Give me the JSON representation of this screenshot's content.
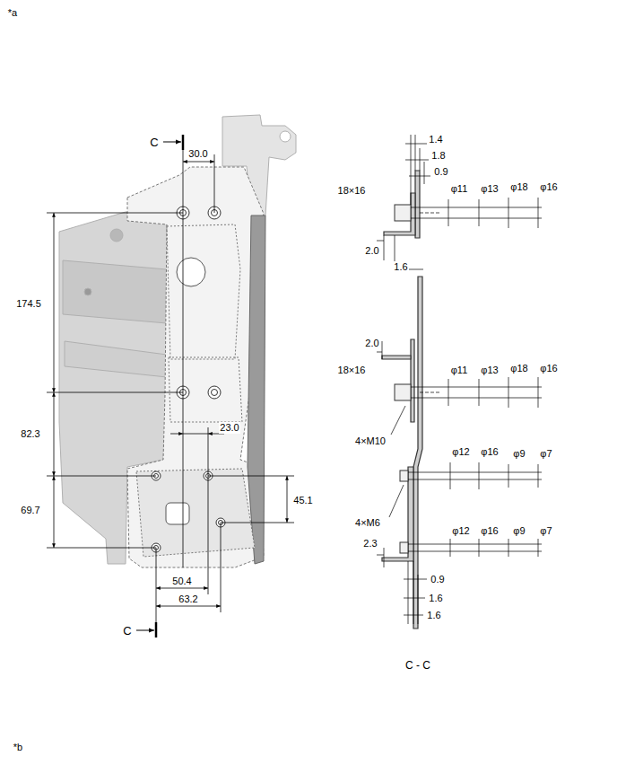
{
  "diagram": {
    "labels": [
      "*a",
      "C",
      "30.0",
      "174.5",
      "82.3",
      "23.0",
      "69.7",
      "45.1",
      "50.4",
      "63.2",
      "C",
      "1.4",
      "1.8",
      "0.9",
      "18×16",
      "φ11",
      "φ13",
      "φ18",
      "φ16",
      "2.0",
      "1.6",
      "2.0",
      "18×16",
      "φ11",
      "φ13",
      "φ18",
      "φ16",
      "4×M10",
      "φ12",
      "φ16",
      "φ9",
      "φ7",
      "4×M6",
      "φ12",
      "φ16",
      "φ9",
      "φ7",
      "2.3",
      "0.9",
      "1.6",
      "1.6",
      "C - C",
      "*b"
    ]
  }
}
